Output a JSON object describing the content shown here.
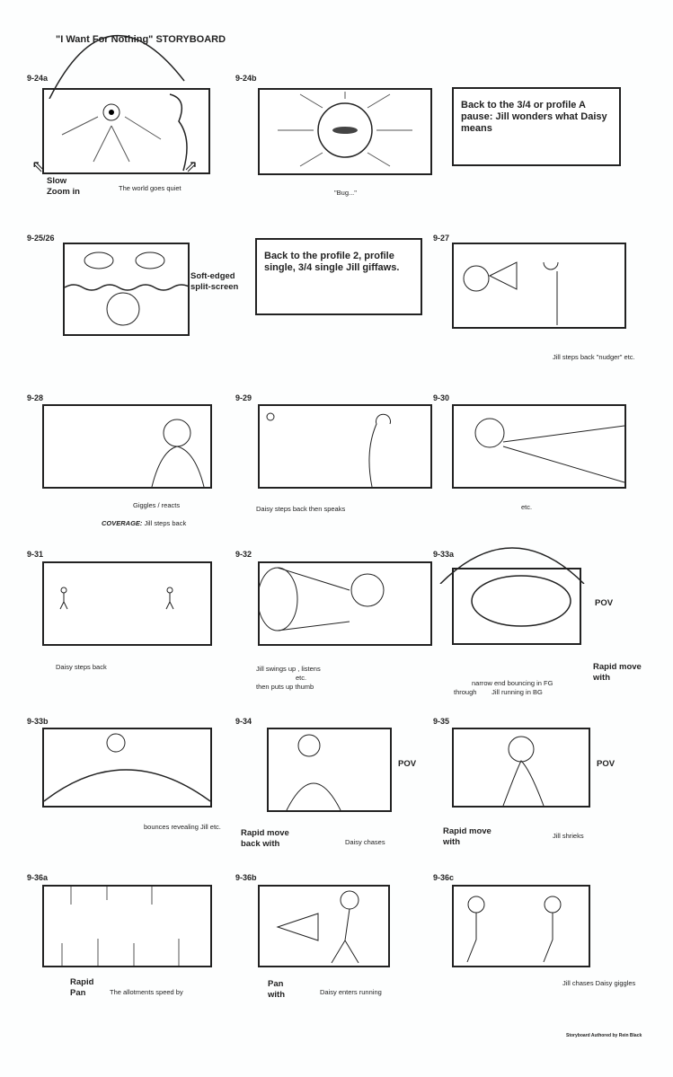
{
  "title": "\"I Want For Nothing\" STORYBOARD",
  "panels": {
    "p1": {
      "label": "9-24a",
      "notes": [
        "Slow",
        "Zoom in"
      ],
      "caption": "The world goes quiet"
    },
    "p2": {
      "label": "9-24b",
      "caption": "\"Bug...\""
    },
    "p3": {
      "text": "Back to the 3/4 or profile A pause: Jill wonders what Daisy means"
    },
    "p4": {
      "label": "9-25/26",
      "note": "Soft-edged split-screen"
    },
    "p5": {
      "text": "Back to the profile 2, profile single, 3/4 single Jill giffaws."
    },
    "p6": {
      "label": "9-27",
      "caption": "Jill steps back \"nudger\" etc."
    },
    "p7": {
      "label": "9-28",
      "caption": "Giggles / reacts",
      "coverage_label": "COVERAGE:",
      "coverage": "Jill steps back"
    },
    "p8": {
      "label": "9-29",
      "caption": "Daisy steps back then speaks"
    },
    "p9": {
      "label": "9-30",
      "caption": "etc."
    },
    "p10": {
      "label": "9-31",
      "caption": "Daisy steps back"
    },
    "p11": {
      "label": "9-32",
      "caption1": "Jill swings up       , listens",
      "caption2": "etc.",
      "caption3": "then puts up thumb"
    },
    "p12": {
      "label": "9-33a",
      "note": "POV",
      "note2": "Rapid move with",
      "caption1": "narrow end bouncing in FG",
      "caption2": "through        Jill running in BG"
    },
    "p13": {
      "label": "9-33b",
      "caption": "bounces revealing Jill etc."
    },
    "p14": {
      "label": "9-34",
      "note": "POV",
      "note2": "Rapid move back with",
      "caption": "Daisy chases"
    },
    "p15": {
      "label": "9-35",
      "note": "POV",
      "note2": "Rapid move with",
      "caption": "Jill shrieks"
    },
    "p16": {
      "label": "9-36a",
      "note": "Rapid Pan",
      "caption": "The allotments speed by"
    },
    "p17": {
      "label": "9-36b",
      "note": "Pan with",
      "caption": "Daisy enters running"
    },
    "p18": {
      "label": "9-36c",
      "caption": "Jill chases Daisy giggles"
    }
  },
  "credit": "Storyboard Authored by Rein Black"
}
